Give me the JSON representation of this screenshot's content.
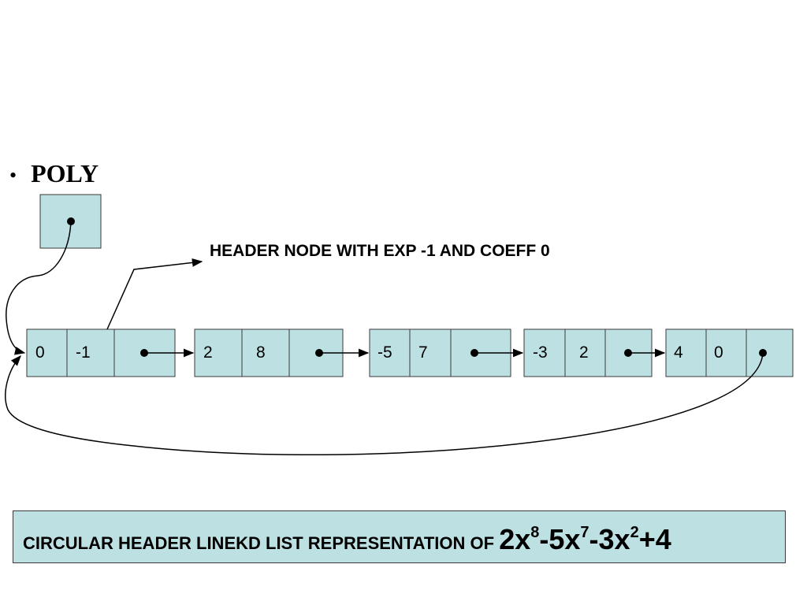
{
  "pointer_label": "POLY",
  "bullet_glyph": "•",
  "header_note": "HEADER NODE WITH EXP -1 AND COEFF 0",
  "nodes": [
    {
      "coeff": "0",
      "exp": "-1"
    },
    {
      "coeff": "2",
      "exp": "8"
    },
    {
      "coeff": "-5",
      "exp": "7"
    },
    {
      "coeff": "-3",
      "exp": "2"
    },
    {
      "coeff": "4",
      "exp": "0"
    }
  ],
  "caption": {
    "lead": "CIRCULAR HEADER LINEKD LIST REPRESENTATION OF ",
    "terms": [
      {
        "base": "2x",
        "power": "8"
      },
      {
        "base": "-5x",
        "power": "7"
      },
      {
        "base": "-3x",
        "power": "2"
      }
    ],
    "tail": "+4"
  },
  "colors": {
    "node_fill": "#bde0e3",
    "stroke": "#3a3a3a",
    "ink": "#000000"
  }
}
